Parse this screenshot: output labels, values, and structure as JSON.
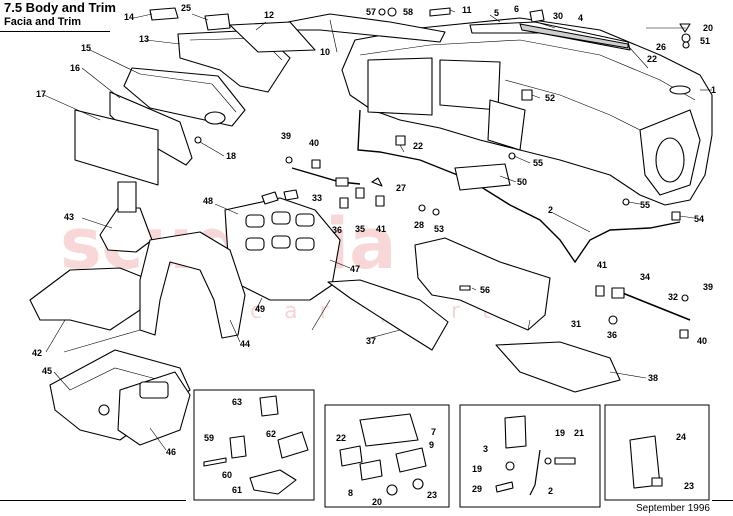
{
  "header": {
    "section": "7.5  Body and Trim",
    "subsection": "Facia and Trim"
  },
  "watermark": {
    "main": "scuderia",
    "sub": "car parts"
  },
  "footer": {
    "date": "September  1996"
  },
  "labels": {
    "l1": "1",
    "l2a": "2",
    "l2b": "2",
    "l3": "3",
    "l4": "4",
    "l5": "5",
    "l6": "6",
    "l7": "7",
    "l8": "8",
    "l9": "9",
    "l10": "10",
    "l11": "11",
    "l12": "12",
    "l13": "13",
    "l14": "14",
    "l15": "15",
    "l16": "16",
    "l17": "17",
    "l18": "18",
    "l19a": "19",
    "l19b": "19",
    "l20a": "20",
    "l20b": "20",
    "l21": "21",
    "l22a": "22",
    "l22b": "22",
    "l22c": "22",
    "l23a": "23",
    "l23b": "23",
    "l24": "24",
    "l25": "25",
    "l26": "26",
    "l27": "27",
    "l28": "28",
    "l29": "29",
    "l30": "30",
    "l31": "31",
    "l32": "32",
    "l33": "33",
    "l34": "34",
    "l35": "35",
    "l36a": "36",
    "l36b": "36",
    "l37": "37",
    "l38": "38",
    "l39a": "39",
    "l39b": "39",
    "l40a": "40",
    "l40b": "40",
    "l41a": "41",
    "l41b": "41",
    "l42": "42",
    "l43": "43",
    "l44": "44",
    "l45": "45",
    "l46": "46",
    "l47": "47",
    "l48": "48",
    "l49": "49",
    "l50": "50",
    "l51": "51",
    "l52": "52",
    "l53": "53",
    "l54": "54",
    "l55a": "55",
    "l55b": "55",
    "l56": "56",
    "l57": "57",
    "l58": "58",
    "l59": "59",
    "l60": "60",
    "l61": "61",
    "l62": "62",
    "l63": "63"
  }
}
